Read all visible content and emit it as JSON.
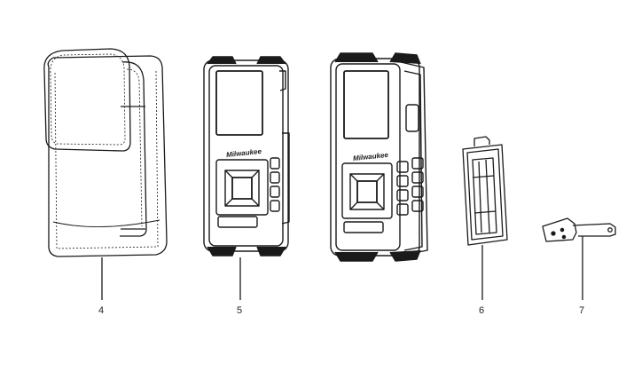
{
  "callouts": [
    {
      "number": "4",
      "part": "holster"
    },
    {
      "number": "5",
      "part": "laser-meter-front"
    },
    {
      "number": "6",
      "part": "battery-cover"
    },
    {
      "number": "7",
      "part": "end-piece"
    }
  ],
  "brand_mark": "Milwaukee",
  "colors": {
    "ink": "#1a1a1a",
    "screen": "#ffffff",
    "paper": "#ffffff"
  }
}
